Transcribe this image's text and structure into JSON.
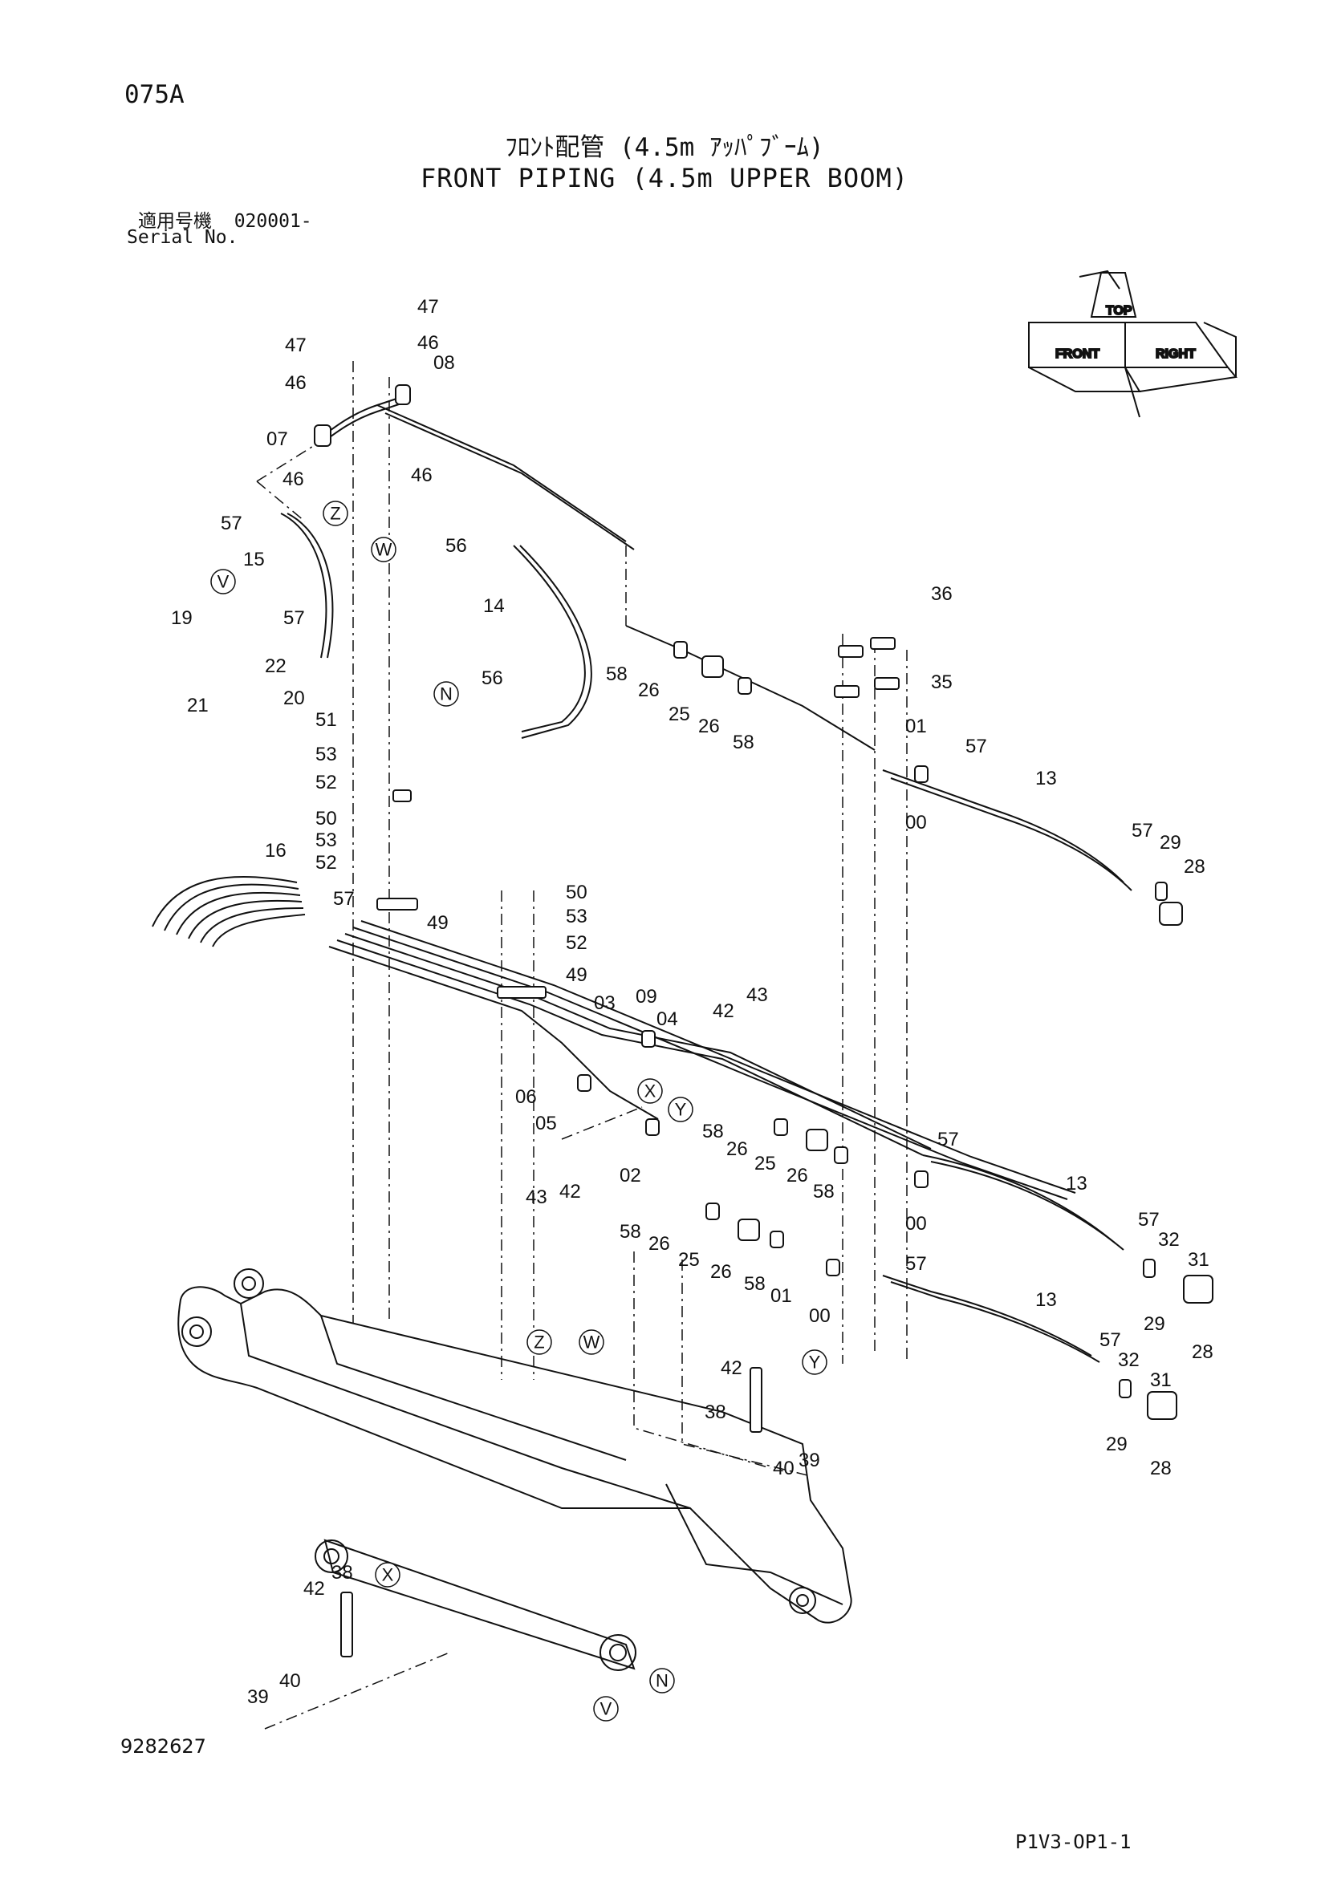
{
  "header": {
    "page_code": "075A",
    "title_jp": "ﾌﾛﾝﾄ配管 (4.5m ｱｯﾊﾟﾌﾞｰﾑ)",
    "title_en": "FRONT PIPING (4.5m UPPER BOOM)",
    "serial_label_jp": "適用号機",
    "serial_value": "020001-",
    "serial_label_en": "Serial No."
  },
  "footer": {
    "drawing_number": "9282627",
    "sheet_code": "P1V3-OP1-1"
  },
  "orientation_icon": {
    "top": "TOP",
    "front": "FRONT",
    "right": "RIGHT"
  },
  "part_labels": [
    "47",
    "46",
    "47",
    "46",
    "08",
    "07",
    "46",
    "46",
    "57",
    "15",
    "56",
    "14",
    "19",
    "57",
    "22",
    "21",
    "20",
    "56",
    "51",
    "53",
    "52",
    "50",
    "53",
    "52",
    "16",
    "57",
    "49",
    "50",
    "53",
    "52",
    "49",
    "03",
    "09",
    "04",
    "42",
    "43",
    "06",
    "05",
    "02",
    "43",
    "42",
    "36",
    "35",
    "58",
    "26",
    "25",
    "26",
    "58",
    "01",
    "57",
    "13",
    "00",
    "57",
    "29",
    "28",
    "58",
    "26",
    "25",
    "26",
    "58",
    "57",
    "00",
    "13",
    "57",
    "32",
    "31",
    "58",
    "26",
    "25",
    "26",
    "58",
    "01",
    "00",
    "57",
    "13",
    "57",
    "32",
    "31",
    "29",
    "28",
    "29",
    "28",
    "42",
    "38",
    "40",
    "39",
    "42",
    "38",
    "40",
    "39"
  ],
  "callouts": [
    "Z",
    "W",
    "V",
    "N",
    "X",
    "Y",
    "Z",
    "W",
    "Y",
    "X",
    "N",
    "V"
  ]
}
